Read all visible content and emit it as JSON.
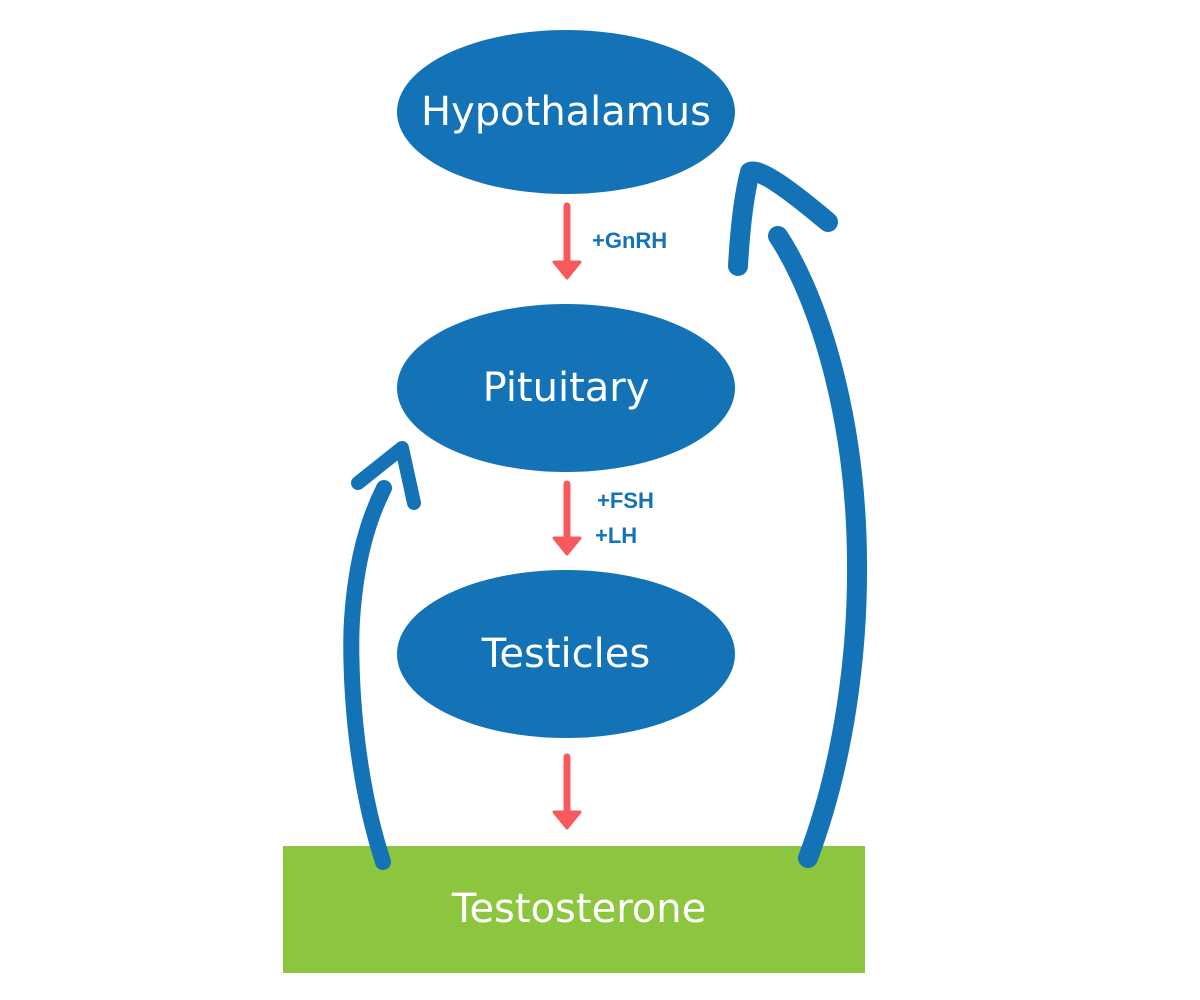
{
  "colors": {
    "node_fill": "#1373b6",
    "arrow_red": "#f75a5c",
    "feedback_blue": "#1373b6",
    "output_fill": "#8cc63f",
    "label_text": "#ffffff",
    "hormone_text": "#1373b6"
  },
  "nodes": {
    "hypothalamus": "Hypothalamus",
    "pituitary": "Pituitary",
    "testicles": "Testicles",
    "testosterone": "Testosterone"
  },
  "hormones": {
    "gnrh": "+GnRH",
    "fsh": "+FSH",
    "lh": "+LH"
  },
  "edges": [
    {
      "from": "Hypothalamus",
      "to": "Pituitary",
      "type": "stimulates",
      "label": "+GnRH"
    },
    {
      "from": "Pituitary",
      "to": "Testicles",
      "type": "stimulates",
      "label": "+FSH +LH"
    },
    {
      "from": "Testicles",
      "to": "Testosterone",
      "type": "produces"
    },
    {
      "from": "Testosterone",
      "to": "Pituitary",
      "type": "feedback"
    },
    {
      "from": "Testosterone",
      "to": "Hypothalamus",
      "type": "feedback"
    }
  ]
}
